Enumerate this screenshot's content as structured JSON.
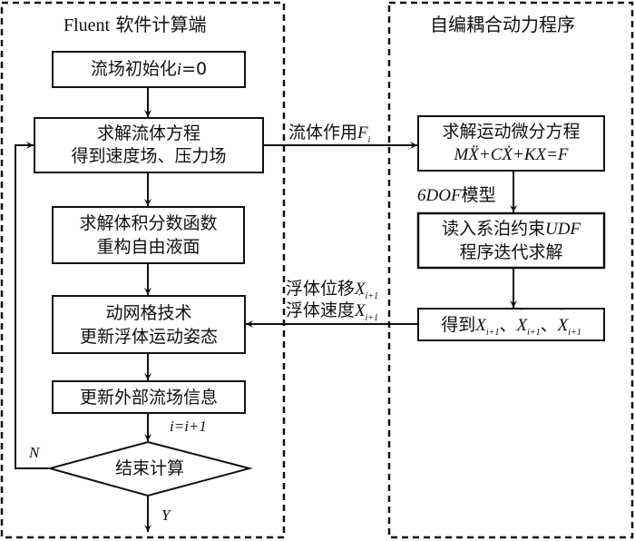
{
  "panels": {
    "left_title_latin": "Fluent",
    "left_title_cn": "软件计算端",
    "right_title": "自编耦合动力程序"
  },
  "left_flow": {
    "init": {
      "cn": "流场初始化",
      "var": "i",
      "eq": "=0"
    },
    "solve_fluid": {
      "line1": "求解流体方程",
      "line2": "得到速度场、压力场"
    },
    "volume_fraction": {
      "line1": "求解体积分数函数",
      "line2": "重构自由液面"
    },
    "dynamic_mesh": {
      "line1": "动网格技术",
      "line2": "更新浮体运动姿态"
    },
    "update_flow": {
      "label": "更新外部流场信息"
    },
    "increment": "i=i+1",
    "decision": {
      "label": "结束计算",
      "no": "N",
      "yes": "Y"
    }
  },
  "right_flow": {
    "motion_eq": {
      "line1": "求解运动微分方程",
      "line2": "MẌ+CẊ+KX=F"
    },
    "dof_label": {
      "latin": "6DOF",
      "cn": "模型"
    },
    "udf": {
      "line1_cn": "读入系泊约束",
      "line1_latin": "UDF",
      "line2": "程序迭代求解"
    },
    "result": {
      "cn": "得到",
      "x": "X",
      "sep": "、",
      "sub": "i+1"
    }
  },
  "edges": {
    "force_label": {
      "cn": "流体作用",
      "var": "F",
      "sub": "i"
    },
    "disp_label": {
      "cn": "浮体位移",
      "var": "X",
      "sub": "i+1"
    },
    "vel_label": {
      "cn": "浮体速度",
      "var": "X",
      "sub": "i+1"
    }
  },
  "colors": {
    "stroke": "#111111",
    "background": "#ffffff"
  }
}
